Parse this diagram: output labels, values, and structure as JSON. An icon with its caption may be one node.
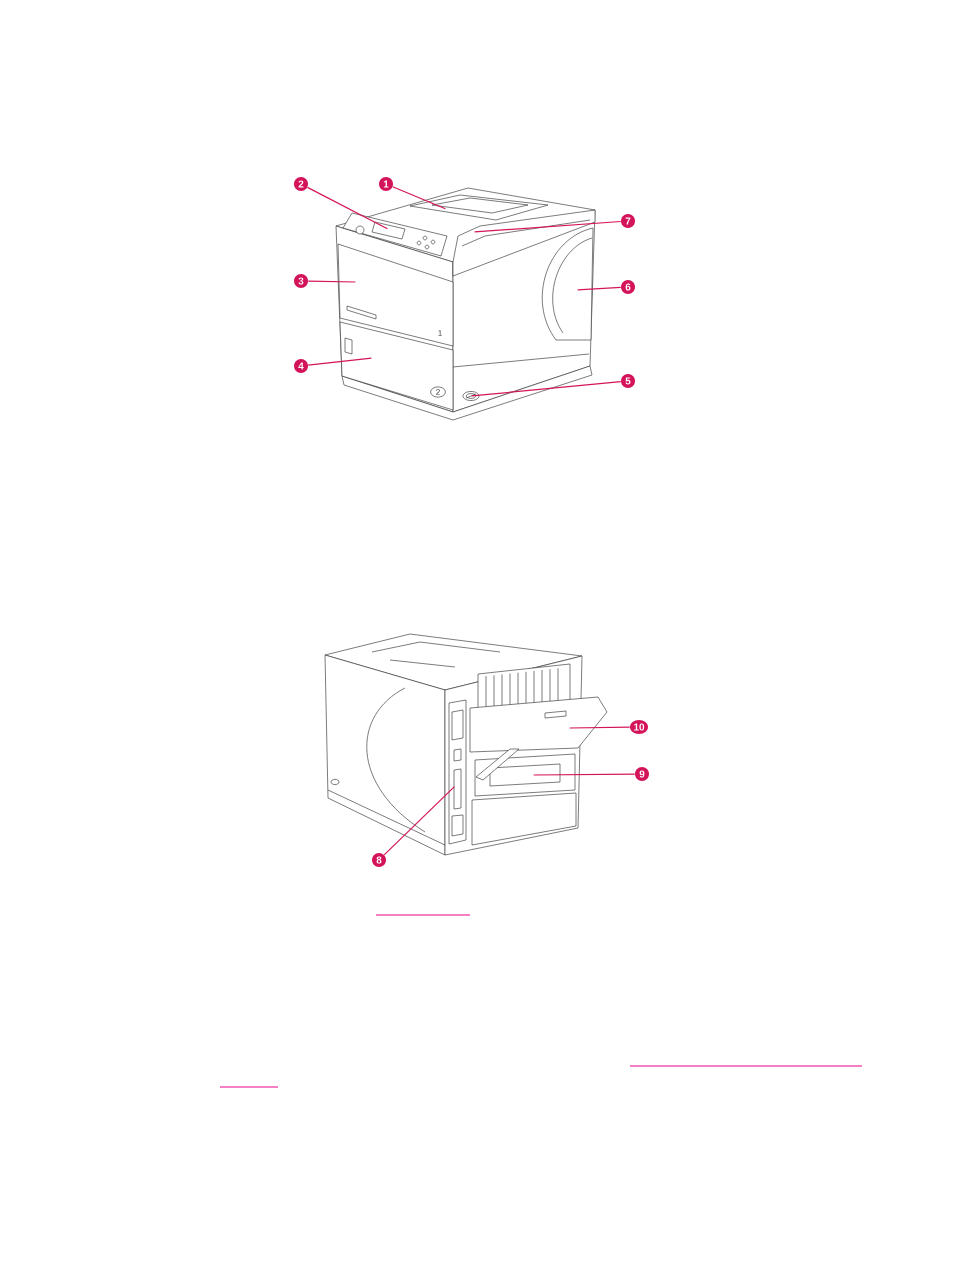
{
  "diagram": {
    "nodes": [
      {
        "text": [
          "1"
        ]
      },
      {
        "text": [
          "2"
        ]
      },
      {
        "text": [
          "3"
        ]
      },
      {
        "text": [
          "4"
        ]
      },
      {
        "text": [
          "5"
        ]
      },
      {
        "text": [
          "6"
        ]
      },
      {
        "text": [
          "7"
        ]
      },
      {
        "text": [
          "8"
        ]
      },
      {
        "text": [
          "9"
        ]
      },
      {
        "text": [
          "10"
        ]
      },
      {
        "text": [],
        "shape": "picture"
      },
      {
        "text": [],
        "shape": "picture"
      },
      {
        "text": [],
        "shape": "picture"
      },
      {
        "text": [],
        "shape": "picture"
      },
      {
        "text": [],
        "shape": "picture"
      },
      {
        "text": [],
        "shape": "picture"
      },
      {
        "text": [],
        "shape": "picture"
      },
      {
        "text": [],
        "shape": "picture"
      },
      {
        "text": [],
        "shape": "picture"
      },
      {
        "text": [],
        "shape": "picture"
      }
    ],
    "edges": [
      {
        "from": 0,
        "to": 10,
        "arrow": "none"
      },
      {
        "from": 1,
        "to": 11,
        "arrow": "none"
      },
      {
        "from": 2,
        "to": 12,
        "arrow": "none"
      },
      {
        "from": 3,
        "to": 13,
        "arrow": "none"
      },
      {
        "from": 4,
        "to": 14,
        "arrow": "none"
      },
      {
        "from": 5,
        "to": 15,
        "arrow": "none"
      },
      {
        "from": 6,
        "to": 16,
        "arrow": "none"
      },
      {
        "from": 7,
        "to": 17,
        "arrow": "none"
      },
      {
        "from": 8,
        "to": 18,
        "arrow": "none"
      },
      {
        "from": 9,
        "to": 19,
        "arrow": "none"
      }
    ],
    "labels": [
      "1",
      "2"
    ]
  }
}
